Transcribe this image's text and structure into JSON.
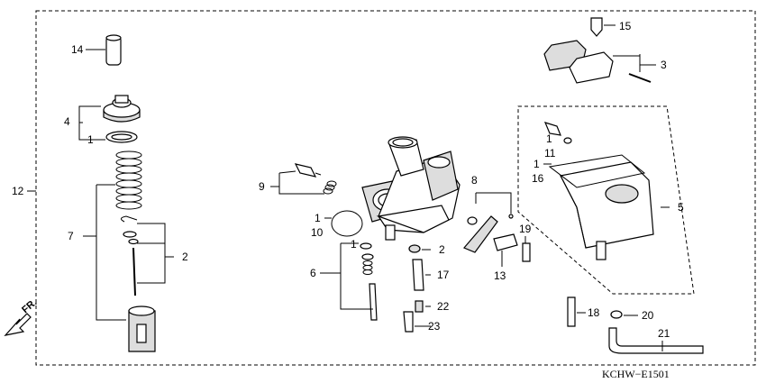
{
  "labels": {
    "l1a": "1",
    "l1b": "1",
    "l1c": "1",
    "l1d": "1",
    "l1e": "1",
    "l2a": "2",
    "l2b": "2",
    "l3": "3",
    "l5": "5",
    "l6": "6",
    "l7": "7",
    "l8": "8",
    "l9": "9",
    "l10": "10",
    "l11": "11",
    "l12": "12",
    "l13": "13",
    "l14": "14",
    "l15": "15",
    "l16": "16",
    "l17": "17",
    "l18": "18",
    "l19": "19",
    "l20": "20",
    "l21": "21",
    "l22": "22",
    "l23": "23"
  },
  "direction_label": "FR.",
  "figure_code": "KCHW−E1501"
}
